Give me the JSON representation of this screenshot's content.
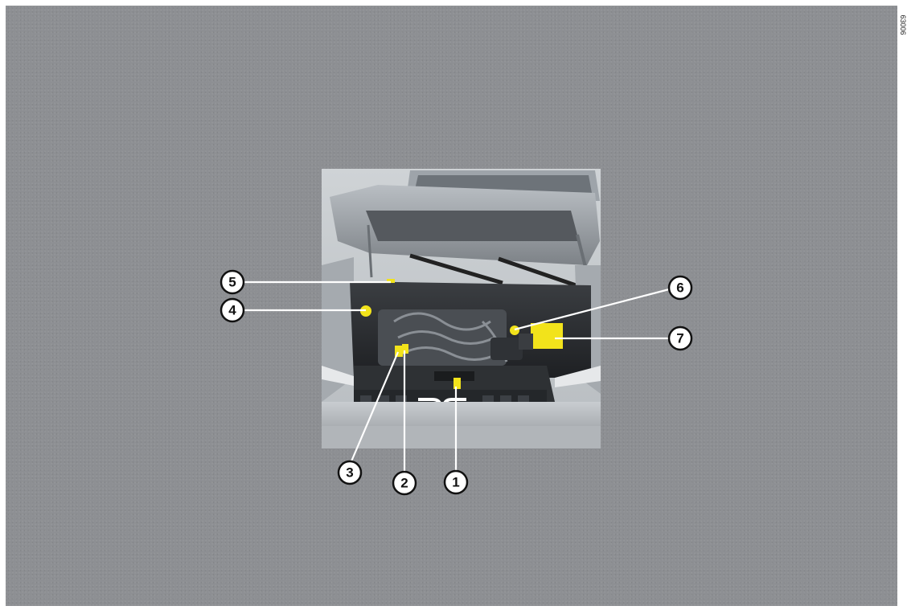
{
  "figure": {
    "ref_code": "63006",
    "colors": {
      "background": "#8d8f93",
      "highlight": "#f2e31b",
      "callout_fill": "#ffffff",
      "callout_stroke": "#111111",
      "leader_line": "#ffffff"
    },
    "callouts": [
      {
        "id": 1,
        "label": "1",
        "part": "highlighted component at front cross-member"
      },
      {
        "id": 2,
        "label": "2",
        "part": "highlighted component on engine"
      },
      {
        "id": 3,
        "label": "3",
        "part": "highlighted component on engine"
      },
      {
        "id": 4,
        "label": "4",
        "part": "highlighted reservoir cap"
      },
      {
        "id": 5,
        "label": "5",
        "part": "highlighted component at windscreen base"
      },
      {
        "id": 6,
        "label": "6",
        "part": "highlighted reservoir cap"
      },
      {
        "id": 7,
        "label": "7",
        "part": "battery"
      }
    ]
  }
}
